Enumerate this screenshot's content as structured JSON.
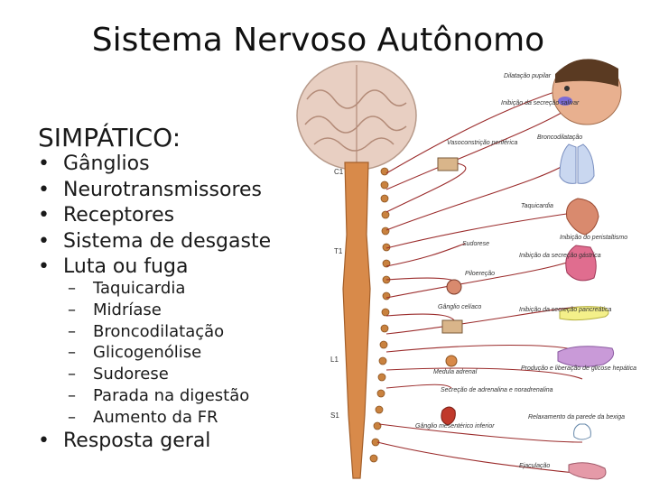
{
  "title": "Sistema Nervoso Autônomo",
  "heading": "SIMPÁTICO:",
  "bullets": [
    "Gânglios",
    "Neurotransmissores",
    "Receptores",
    "Sistema de desgaste",
    "Luta ou fuga"
  ],
  "sub_bullets": [
    "Taquicardia",
    "Midríase",
    "Broncodilatação",
    "Glicogenólise",
    "Sudorese",
    "Parada na digestão",
    "Aumento da FR"
  ],
  "final_bullet": "Resposta geral",
  "diagram": {
    "vertebra_labels": [
      "C1",
      "T1",
      "L1",
      "S1"
    ],
    "left_labels": [
      "Vasoconstrição periférica",
      "Sudorese",
      "Piloereção",
      "Gânglio celíaco",
      "Medula adrenal",
      "Secreção de adrenalina e noradrenalina",
      "Gânglio mesentérico inferior"
    ],
    "right_labels": [
      "Dilatação pupilar",
      "Inibição da secreção salivar",
      "Broncodilatação",
      "Taquicardia",
      "Inibição do peristaltismo",
      "Inibição da secreção gástrica",
      "Inibição da secreção pancreática",
      "Produção e liberação de glicose hepática",
      "Relaxamento da parede da bexiga",
      "Ejaculação"
    ]
  }
}
